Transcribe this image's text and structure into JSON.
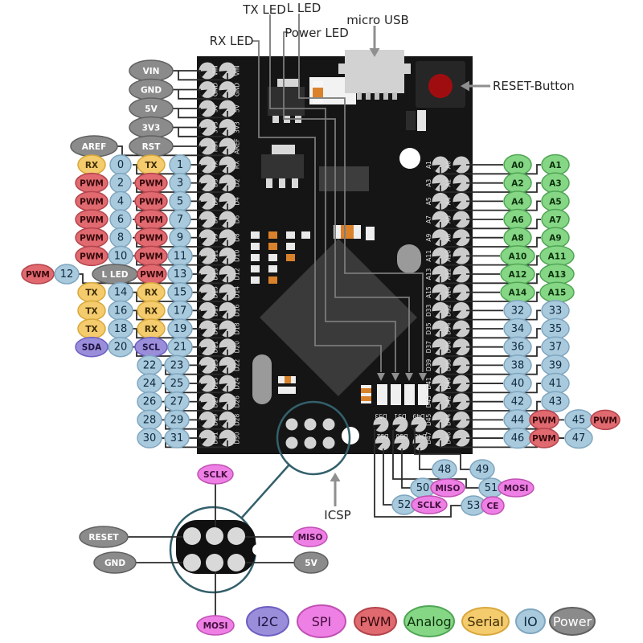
{
  "callouts": {
    "rx_led": "RX LED",
    "tx_led": "TX LED",
    "l_led": "L LED",
    "power_led": "Power LED",
    "micro_usb": "micro USB",
    "reset_button": "RESET-Button",
    "icsp": "ICSP"
  },
  "colors": {
    "i2c": {
      "f": "#9A8EDB",
      "s": "#6C5EC2",
      "t": "#1d1440"
    },
    "spi": {
      "f": "#EE7FE4",
      "s": "#C050B4",
      "t": "#43103f"
    },
    "pwm": {
      "f": "#E06A70",
      "s": "#B4444C",
      "t": "#35090c"
    },
    "analog": {
      "f": "#85D785",
      "s": "#4FA554",
      "t": "#0e300e"
    },
    "serial": {
      "f": "#F4CB6D",
      "s": "#D8A83A",
      "t": "#3c2c05"
    },
    "io": {
      "f": "#A9CADD",
      "s": "#7FA6C0",
      "t": "#10293f"
    },
    "power": {
      "f": "#8B8B8B",
      "s": "#606060",
      "t": "#FFFFFF"
    },
    "board": "#151515",
    "pad": "#cccccc",
    "line": "#2b2b2b",
    "trace": "#7a7a7a",
    "arrow": "#8f8f8f",
    "teal": "#33606b",
    "reset_red": "#A00D11"
  },
  "tag_types": {
    "PWM": "pwm",
    "RX": "serial",
    "TX": "serial",
    "SDA": "i2c",
    "SCL": "i2c",
    "MISO": "spi",
    "MOSI": "spi",
    "SCLK": "spi",
    "CE": "spi",
    "L LED": "power",
    "VIN": "power",
    "GND": "power",
    "5V": "power",
    "3V3": "power",
    "RST": "power",
    "AREF": "power",
    "RESET": "power"
  },
  "left_header": {
    "power_rows": [
      {
        "label": "VIN",
        "silk_outer": "VIN",
        "silk_inner": "VIN"
      },
      {
        "label": "GND",
        "silk_outer": "GND",
        "silk_inner": "GND"
      },
      {
        "label": "5V",
        "silk_outer": "5V",
        "silk_inner": "5V"
      },
      {
        "label": "3V3",
        "silk_outer": "3V3",
        "silk_inner": "3V3"
      },
      {
        "label": "RST",
        "extra_label": "AREF",
        "silk_outer": "RST",
        "silk_inner": "AREF"
      }
    ],
    "digital_rows": [
      {
        "even_tag": "RX",
        "even": "0",
        "odd_tags": [
          "TX"
        ],
        "odd": "1",
        "silk_outer": "TX",
        "silk_inner": "RX"
      },
      {
        "even_tag": "PWM",
        "even": "2",
        "odd_tags": [
          "PWM"
        ],
        "odd": "3",
        "silk_outer": "D3",
        "silk_inner": "D2"
      },
      {
        "even_tag": "PWM",
        "even": "4",
        "odd_tags": [
          "PWM"
        ],
        "odd": "5",
        "silk_outer": "D5",
        "silk_inner": "D4"
      },
      {
        "even_tag": "PWM",
        "even": "6",
        "odd_tags": [
          "PWM"
        ],
        "odd": "7",
        "silk_outer": "D7",
        "silk_inner": "D6"
      },
      {
        "even_tag": "PWM",
        "even": "8",
        "odd_tags": [
          "PWM"
        ],
        "odd": "9",
        "silk_outer": "D9",
        "silk_inner": "D8"
      },
      {
        "even_tag": "PWM",
        "even": "10",
        "odd_tags": [
          "PWM"
        ],
        "odd": "11",
        "silk_outer": "D11",
        "silk_inner": "D10"
      },
      {
        "even_tag": "PWM",
        "even": "12",
        "far": true,
        "odd_tags": [
          "L LED",
          "PWM"
        ],
        "odd": "13",
        "silk_outer": "D13",
        "silk_inner": "D12"
      },
      {
        "even_tag": "TX",
        "even": "14",
        "odd_tags": [
          "RX"
        ],
        "odd": "15",
        "silk_outer": "D15",
        "silk_inner": "D14"
      },
      {
        "even_tag": "TX",
        "even": "16",
        "odd_tags": [
          "RX"
        ],
        "odd": "17",
        "silk_outer": "D17",
        "silk_inner": "D16"
      },
      {
        "even_tag": "TX",
        "even": "18",
        "odd_tags": [
          "RX"
        ],
        "odd": "19",
        "silk_outer": "D19",
        "silk_inner": "D18"
      },
      {
        "even_tag": "SDA",
        "even": "20",
        "odd_tags": [
          "SCL"
        ],
        "odd": "21",
        "silk_outer": "D21",
        "silk_inner": "D20"
      },
      {
        "even": "22",
        "odd": "23",
        "silk_outer": "D23",
        "silk_inner": "D22"
      },
      {
        "even": "24",
        "odd": "25",
        "silk_outer": "D25",
        "silk_inner": "D24"
      },
      {
        "even": "26",
        "odd": "27",
        "silk_outer": "D27",
        "silk_inner": "D26"
      },
      {
        "even": "28",
        "odd": "29",
        "silk_outer": "D29",
        "silk_inner": "D28"
      },
      {
        "even": "30",
        "odd": "31",
        "silk_outer": "D31",
        "silk_inner": "D30"
      }
    ]
  },
  "right_header": {
    "rows": [
      {
        "outer": "A0",
        "inner": "A1",
        "silk_outer": "A0",
        "silk_inner": "A1"
      },
      {
        "outer": "A2",
        "inner": "A3",
        "silk_outer": "A2",
        "silk_inner": "A3"
      },
      {
        "outer": "A4",
        "inner": "A5",
        "silk_outer": "A4",
        "silk_inner": "A5"
      },
      {
        "outer": "A6",
        "inner": "A7",
        "silk_outer": "A6",
        "silk_inner": "A7"
      },
      {
        "outer": "A8",
        "inner": "A9",
        "silk_outer": "A8",
        "silk_inner": "A9"
      },
      {
        "outer": "A10",
        "inner": "A11",
        "silk_outer": "A10",
        "silk_inner": "A11"
      },
      {
        "outer": "A12",
        "inner": "A13",
        "silk_outer": "A12",
        "silk_inner": "A13"
      },
      {
        "outer": "A14",
        "inner": "A15",
        "silk_outer": "A14",
        "silk_inner": "A15"
      },
      {
        "outer": "32",
        "inner": "33",
        "silk_outer": "D32",
        "silk_inner": "D33"
      },
      {
        "outer": "34",
        "inner": "35",
        "silk_outer": "D34",
        "silk_inner": "D35"
      },
      {
        "outer": "36",
        "inner": "37",
        "silk_outer": "D36",
        "silk_inner": "D37"
      },
      {
        "outer": "38",
        "inner": "39",
        "silk_outer": "D38",
        "silk_inner": "D39"
      },
      {
        "outer": "40",
        "inner": "41",
        "silk_outer": "D40",
        "silk_inner": "D41"
      },
      {
        "outer": "42",
        "inner": "43",
        "silk_outer": "D42",
        "silk_inner": "D43"
      },
      {
        "outer": "44",
        "outer_tag": "PWM",
        "inner": "45",
        "inner_tag": "PWM",
        "silk_outer": "D44",
        "silk_inner": "D45"
      },
      {
        "outer": "46",
        "outer_tag": "PWM",
        "inner": "47",
        "silk_outer": "D46",
        "silk_inner": "D47"
      }
    ]
  },
  "bottom_header": {
    "silk_top": [
      "D53",
      "D51",
      "D49"
    ],
    "silk_bottom": [
      "D52",
      "D50",
      "D48"
    ],
    "rows": [
      {
        "a": "48",
        "b": "49"
      },
      {
        "a": "50",
        "a_tag": "MISO",
        "b": "51",
        "b_tag": "MOSI"
      },
      {
        "a": "52",
        "a_tag": "SCLK",
        "b": "53",
        "b_tag": "CE"
      }
    ]
  },
  "magnifier": {
    "labels": [
      {
        "text": "SCLK",
        "type": "spi",
        "slot": "top"
      },
      {
        "text": "RESET",
        "type": "power",
        "slot": "left1"
      },
      {
        "text": "MISO",
        "type": "spi",
        "slot": "right1"
      },
      {
        "text": "GND",
        "type": "power",
        "slot": "left2"
      },
      {
        "text": "5V",
        "type": "power",
        "slot": "right2"
      },
      {
        "text": "MOSI",
        "type": "spi",
        "slot": "bottom"
      }
    ]
  },
  "legend": [
    {
      "label": "I2C",
      "type": "i2c"
    },
    {
      "label": "SPI",
      "type": "spi"
    },
    {
      "label": "PWM",
      "type": "pwm"
    },
    {
      "label": "Analog",
      "type": "analog"
    },
    {
      "label": "Serial",
      "type": "serial"
    },
    {
      "label": "IO",
      "type": "io"
    },
    {
      "label": "Power",
      "type": "power"
    }
  ]
}
